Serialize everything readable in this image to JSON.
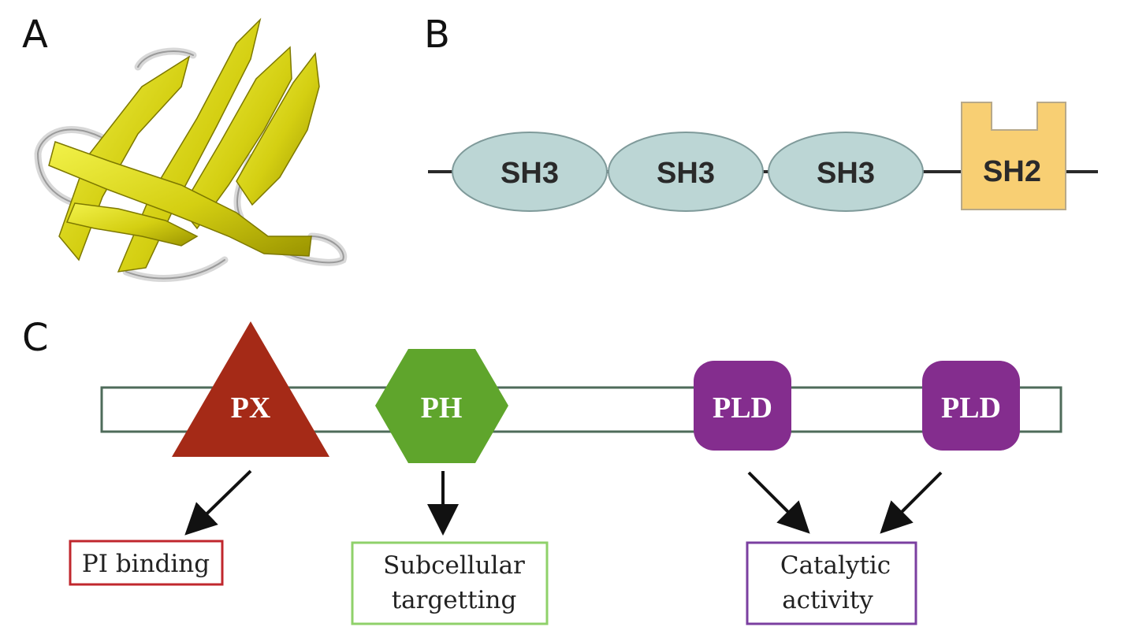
{
  "panels": {
    "a": {
      "label": "A"
    },
    "b": {
      "label": "B",
      "domains": [
        {
          "name": "SH3",
          "shape": "ellipse",
          "color": "#bcd6d5"
        },
        {
          "name": "SH3",
          "shape": "ellipse",
          "color": "#bcd6d5"
        },
        {
          "name": "SH3",
          "shape": "ellipse",
          "color": "#bcd6d5"
        },
        {
          "name": "SH2",
          "shape": "notched-box",
          "color": "#f8cf73"
        }
      ]
    },
    "c": {
      "label": "C",
      "domains": [
        {
          "name": "PX",
          "shape": "triangle",
          "color": "#a52a17"
        },
        {
          "name": "PH",
          "shape": "hexagon",
          "color": "#5fa52c"
        },
        {
          "name": "PLD",
          "shape": "rounded-square",
          "color": "#842d8e"
        },
        {
          "name": "PLD",
          "shape": "rounded-square",
          "color": "#842d8e"
        }
      ],
      "functions": [
        {
          "lines": [
            "PI binding"
          ],
          "color": "#c0272d"
        },
        {
          "lines": [
            "Subcellular",
            "targetting"
          ],
          "color": "#8fd16a"
        },
        {
          "lines": [
            "Catalytic",
            "activity"
          ],
          "color": "#7b3fa0"
        }
      ]
    }
  }
}
